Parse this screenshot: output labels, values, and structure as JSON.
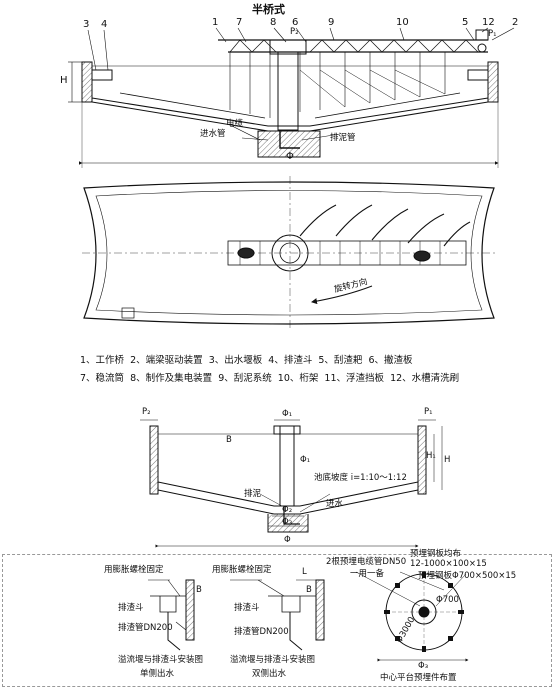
{
  "top_view": {
    "title": "半桥式",
    "callouts": [
      "3",
      "4",
      "1",
      "7",
      "8",
      "6",
      "9",
      "10",
      "5",
      "12",
      "2"
    ],
    "p2": "P₂",
    "p1": "P₁",
    "h": "H",
    "phi": "Φ",
    "water_inlet": "进水管",
    "cable": "电缆",
    "sludge_pipe": "排泥管"
  },
  "plan_view": {
    "rotation": "旋转方向"
  },
  "legend": {
    "row1": [
      "1、工作桥",
      "2、端梁驱动装置",
      "3、出水堰板",
      "4、排渣斗",
      "5、刮渣耙",
      "6、撇渣板"
    ],
    "row2": [
      "7、稳流筒",
      "8、制作及集电装置",
      "9、刮泥系统",
      "10、桁架",
      "11、浮渣挡板",
      "12、水槽清洗刷"
    ]
  },
  "section": {
    "p2": "P₂",
    "p1": "P₁",
    "phi1": "Φ₁",
    "phi2": "Φ₂",
    "phi3": "Φ₃",
    "phi_big": "Φ",
    "b": "B",
    "h1": "H₁",
    "h": "H",
    "slope": "池底坡度 i=1:10～1:12",
    "sludge": "排泥",
    "inflow": "进水"
  },
  "details": {
    "d1": {
      "anchor": "用膨胀螺栓固定",
      "b": "B",
      "bucket": "排渣斗",
      "pipe": "排渣管DN200",
      "caption1": "溢流堰与排渣斗安装图",
      "caption2": "单侧出水"
    },
    "d2": {
      "anchor": "用膨胀螺栓固定",
      "l": "L",
      "b": "B",
      "bucket": "排渣斗",
      "pipe": "排渣管DN200",
      "caption1": "溢流堰与排渣斗安装图",
      "caption2": "双侧出水"
    },
    "d3": {
      "cable_pipe": "2根预埋电缆管DN50",
      "cable_pipe2": "一用一备",
      "plate1": "预埋钢板均布",
      "plate2": "12-1000×100×15",
      "plate3": "预埋钢板Φ700×500×15",
      "d700": "Φ700",
      "d3000": "Φ3000",
      "phi3": "Φ₃",
      "caption": "中心平台预埋件布置"
    }
  }
}
